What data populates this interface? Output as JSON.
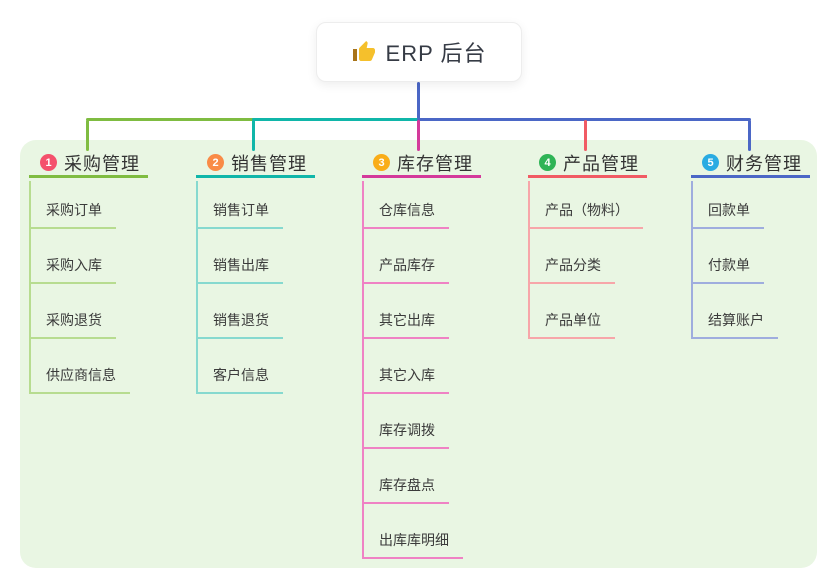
{
  "root": {
    "label": "ERP 后台",
    "icon": "thumbs-up-icon",
    "line_color": "#4b67c6"
  },
  "panel_color": "#e9f6e3",
  "branches": [
    {
      "badge": "1",
      "label": "采购管理",
      "badge_color": "#f4516c",
      "line_color": "#7fbc41",
      "child_line_color": "#b7dc90",
      "items": [
        "采购订单",
        "采购入库",
        "采购退货",
        "供应商信息"
      ]
    },
    {
      "badge": "2",
      "label": "销售管理",
      "badge_color": "#f98b47",
      "line_color": "#10b6a9",
      "child_line_color": "#86d9cf",
      "items": [
        "销售订单",
        "销售出库",
        "销售退货",
        "客户信息"
      ]
    },
    {
      "badge": "3",
      "label": "库存管理",
      "badge_color": "#f9ad19",
      "line_color": "#d43a9b",
      "child_line_color": "#ef82c4",
      "items": [
        "仓库信息",
        "产品库存",
        "其它出库",
        "其它入库",
        "库存调拨",
        "库存盘点",
        "出库库明细"
      ]
    },
    {
      "badge": "4",
      "label": "产品管理",
      "badge_color": "#2fb456",
      "line_color": "#f15b64",
      "child_line_color": "#f7a6a9",
      "items": [
        "产品（物料）",
        "产品分类",
        "产品单位"
      ]
    },
    {
      "badge": "5",
      "label": "财务管理",
      "badge_color": "#29abe2",
      "line_color": "#4b67c6",
      "child_line_color": "#9fadde",
      "items": [
        "回款单",
        "付款单",
        "结算账户"
      ]
    }
  ]
}
